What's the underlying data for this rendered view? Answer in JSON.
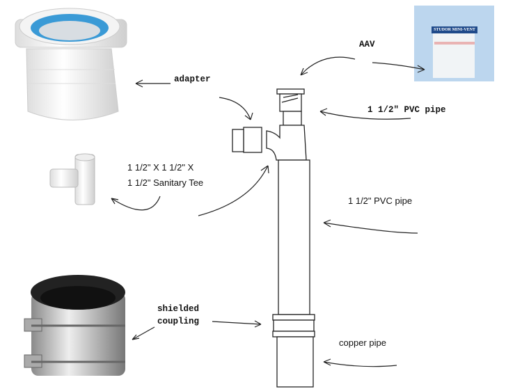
{
  "labels": {
    "aav": "AAV",
    "adapter": "adapter",
    "pvc_pipe_top": "1 1/2\" PVC pipe",
    "tee_line1": "1 1/2\" X 1 1/2\" X",
    "tee_line2": "1 1/2\" Sanitary Tee",
    "pvc_pipe_mid": "1 1/2\" PVC pipe",
    "shielded": "shielded",
    "coupling": "coupling",
    "copper_pipe": "copper pipe"
  },
  "photos": {
    "aav_brand": "STUDOR MINI-VENT"
  },
  "colors": {
    "adapter_ring": "#3a9ad6",
    "aav_bg": "#bcd6ee",
    "aav_band": "#1f4a8a"
  }
}
